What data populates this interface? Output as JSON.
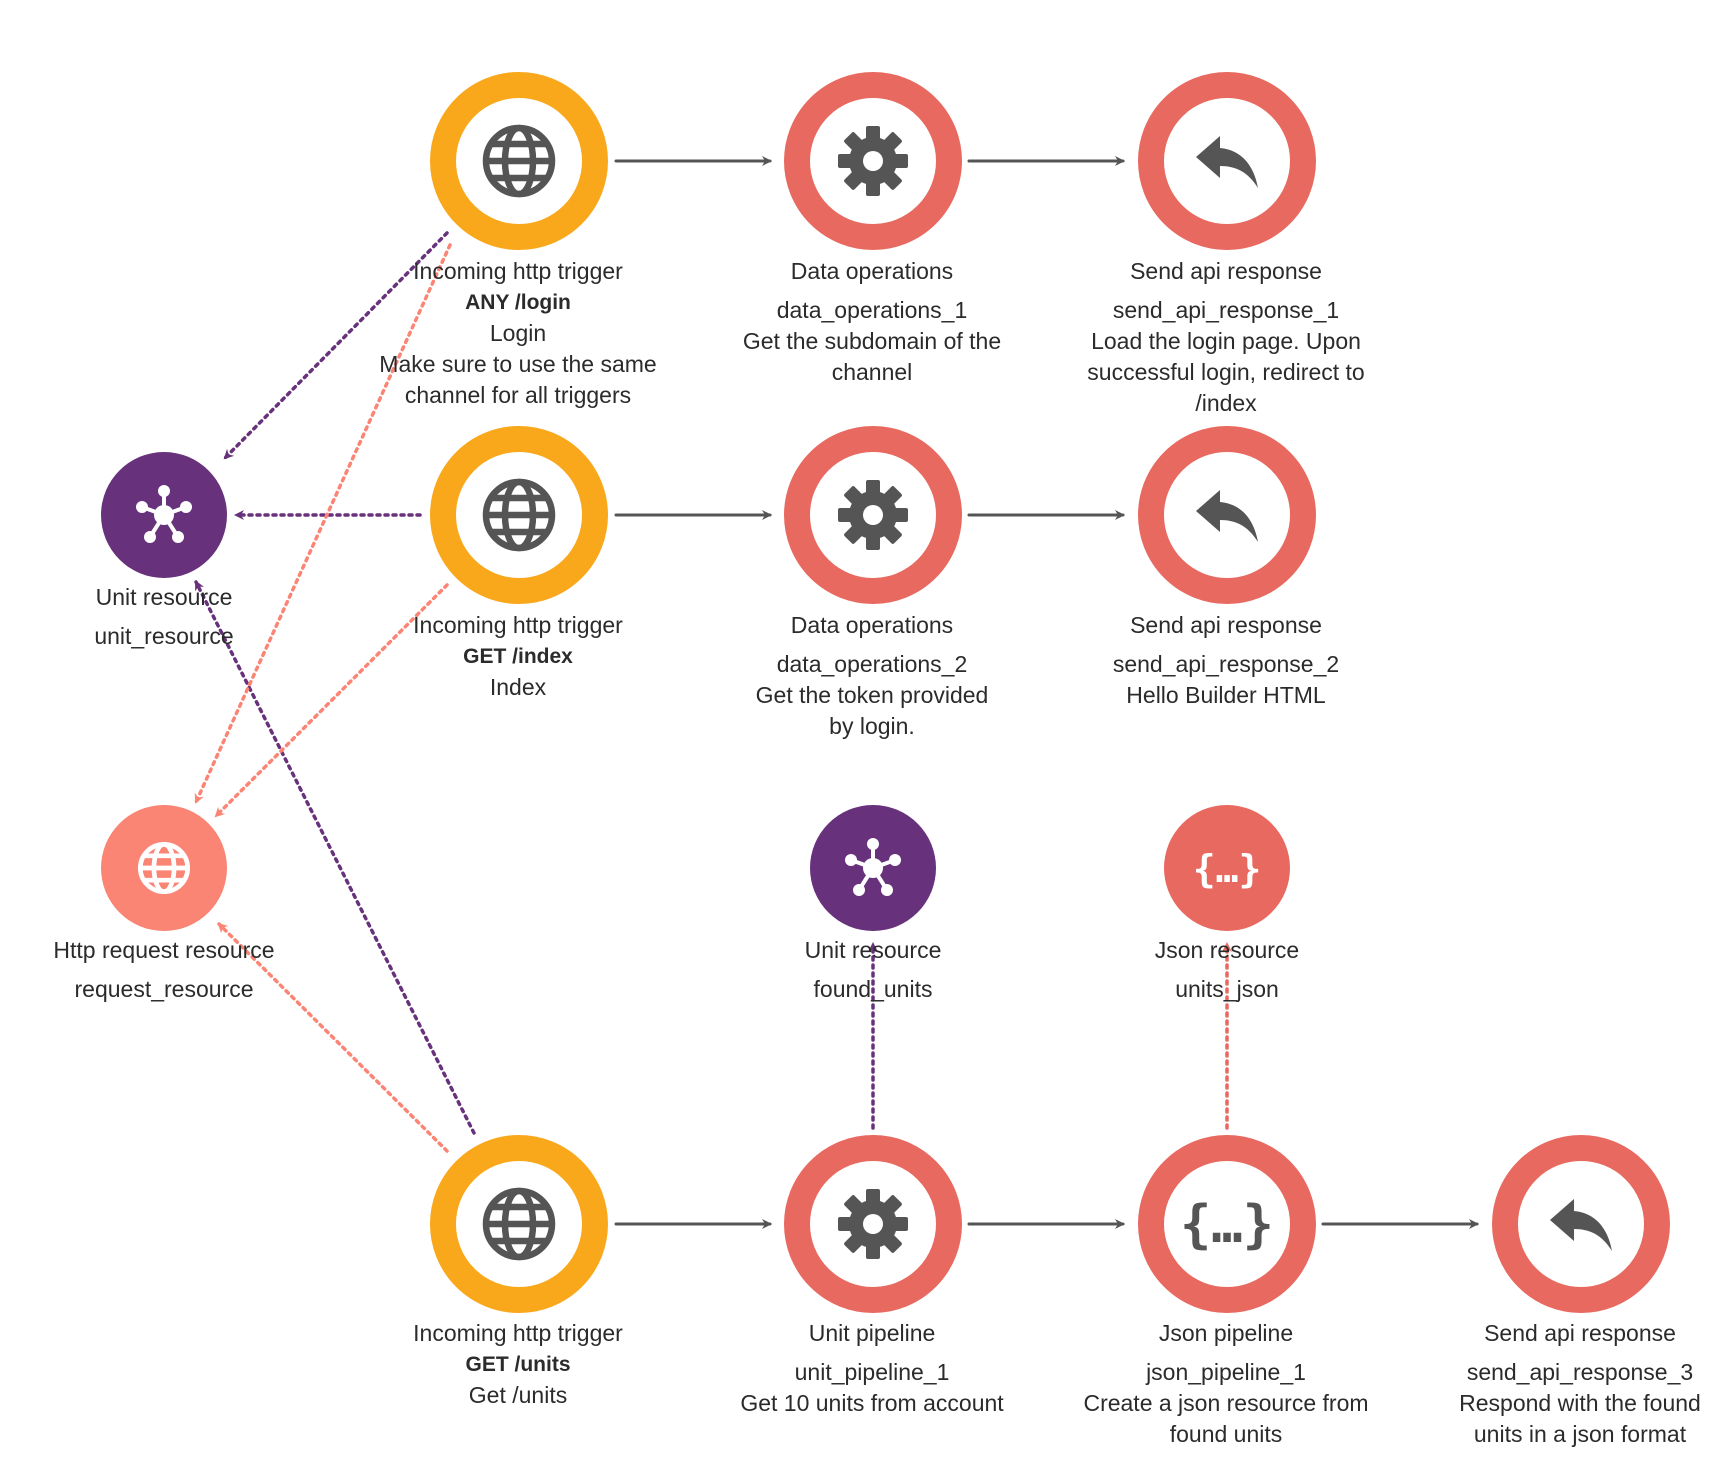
{
  "colors": {
    "trigger": "#f9a81b",
    "operation": "#e8695f",
    "unit_resource": "#67327b",
    "http_resource": "#fb8575",
    "json_resource": "#e8695f",
    "flow_arrow": "#555555",
    "icon": "#555555"
  },
  "nodes": {
    "trigger_login": {
      "title": "Incoming http trigger",
      "route": "ANY /login",
      "name": "Login",
      "desc": "Make sure to use the same channel for all triggers",
      "icon": "globe-icon"
    },
    "data_ops_1": {
      "title": "Data operations",
      "name": "data_operations_1",
      "desc": "Get the subdomain of the channel",
      "icon": "gear-icon"
    },
    "send_1": {
      "title": "Send api response",
      "name": "send_api_response_1",
      "desc": "Load the login page. Upon successful login, redirect to /index",
      "icon": "reply-icon"
    },
    "trigger_index": {
      "title": "Incoming http trigger",
      "route": "GET /index",
      "name": "Index",
      "icon": "globe-icon"
    },
    "data_ops_2": {
      "title": "Data operations",
      "name": "data_operations_2",
      "desc": "Get the token provided by login.",
      "icon": "gear-icon"
    },
    "send_2": {
      "title": "Send api response",
      "name": "send_api_response_2",
      "desc": "Hello Builder HTML",
      "icon": "reply-icon"
    },
    "unit_resource": {
      "title": "Unit resource",
      "name": "unit_resource",
      "icon": "hub-icon"
    },
    "request_resource": {
      "title": "Http request resource",
      "name": "request_resource",
      "icon": "globe-icon"
    },
    "found_units": {
      "title": "Unit resource",
      "name": "found_units",
      "icon": "hub-icon"
    },
    "units_json": {
      "title": "Json resource",
      "name": "units_json",
      "icon": "braces-icon"
    },
    "trigger_units": {
      "title": "Incoming http trigger",
      "route": "GET /units",
      "name": "Get /units",
      "icon": "globe-icon"
    },
    "unit_pipeline": {
      "title": "Unit pipeline",
      "name": "unit_pipeline_1",
      "desc": "Get 10 units from account",
      "icon": "gear-icon"
    },
    "json_pipeline": {
      "title": "Json pipeline",
      "name": "json_pipeline_1",
      "desc": "Create a json resource from found units",
      "icon": "braces-icon"
    },
    "send_3": {
      "title": "Send api response",
      "name": "send_api_response_3",
      "desc": "Respond with the found units in a json format",
      "icon": "reply-icon"
    }
  }
}
